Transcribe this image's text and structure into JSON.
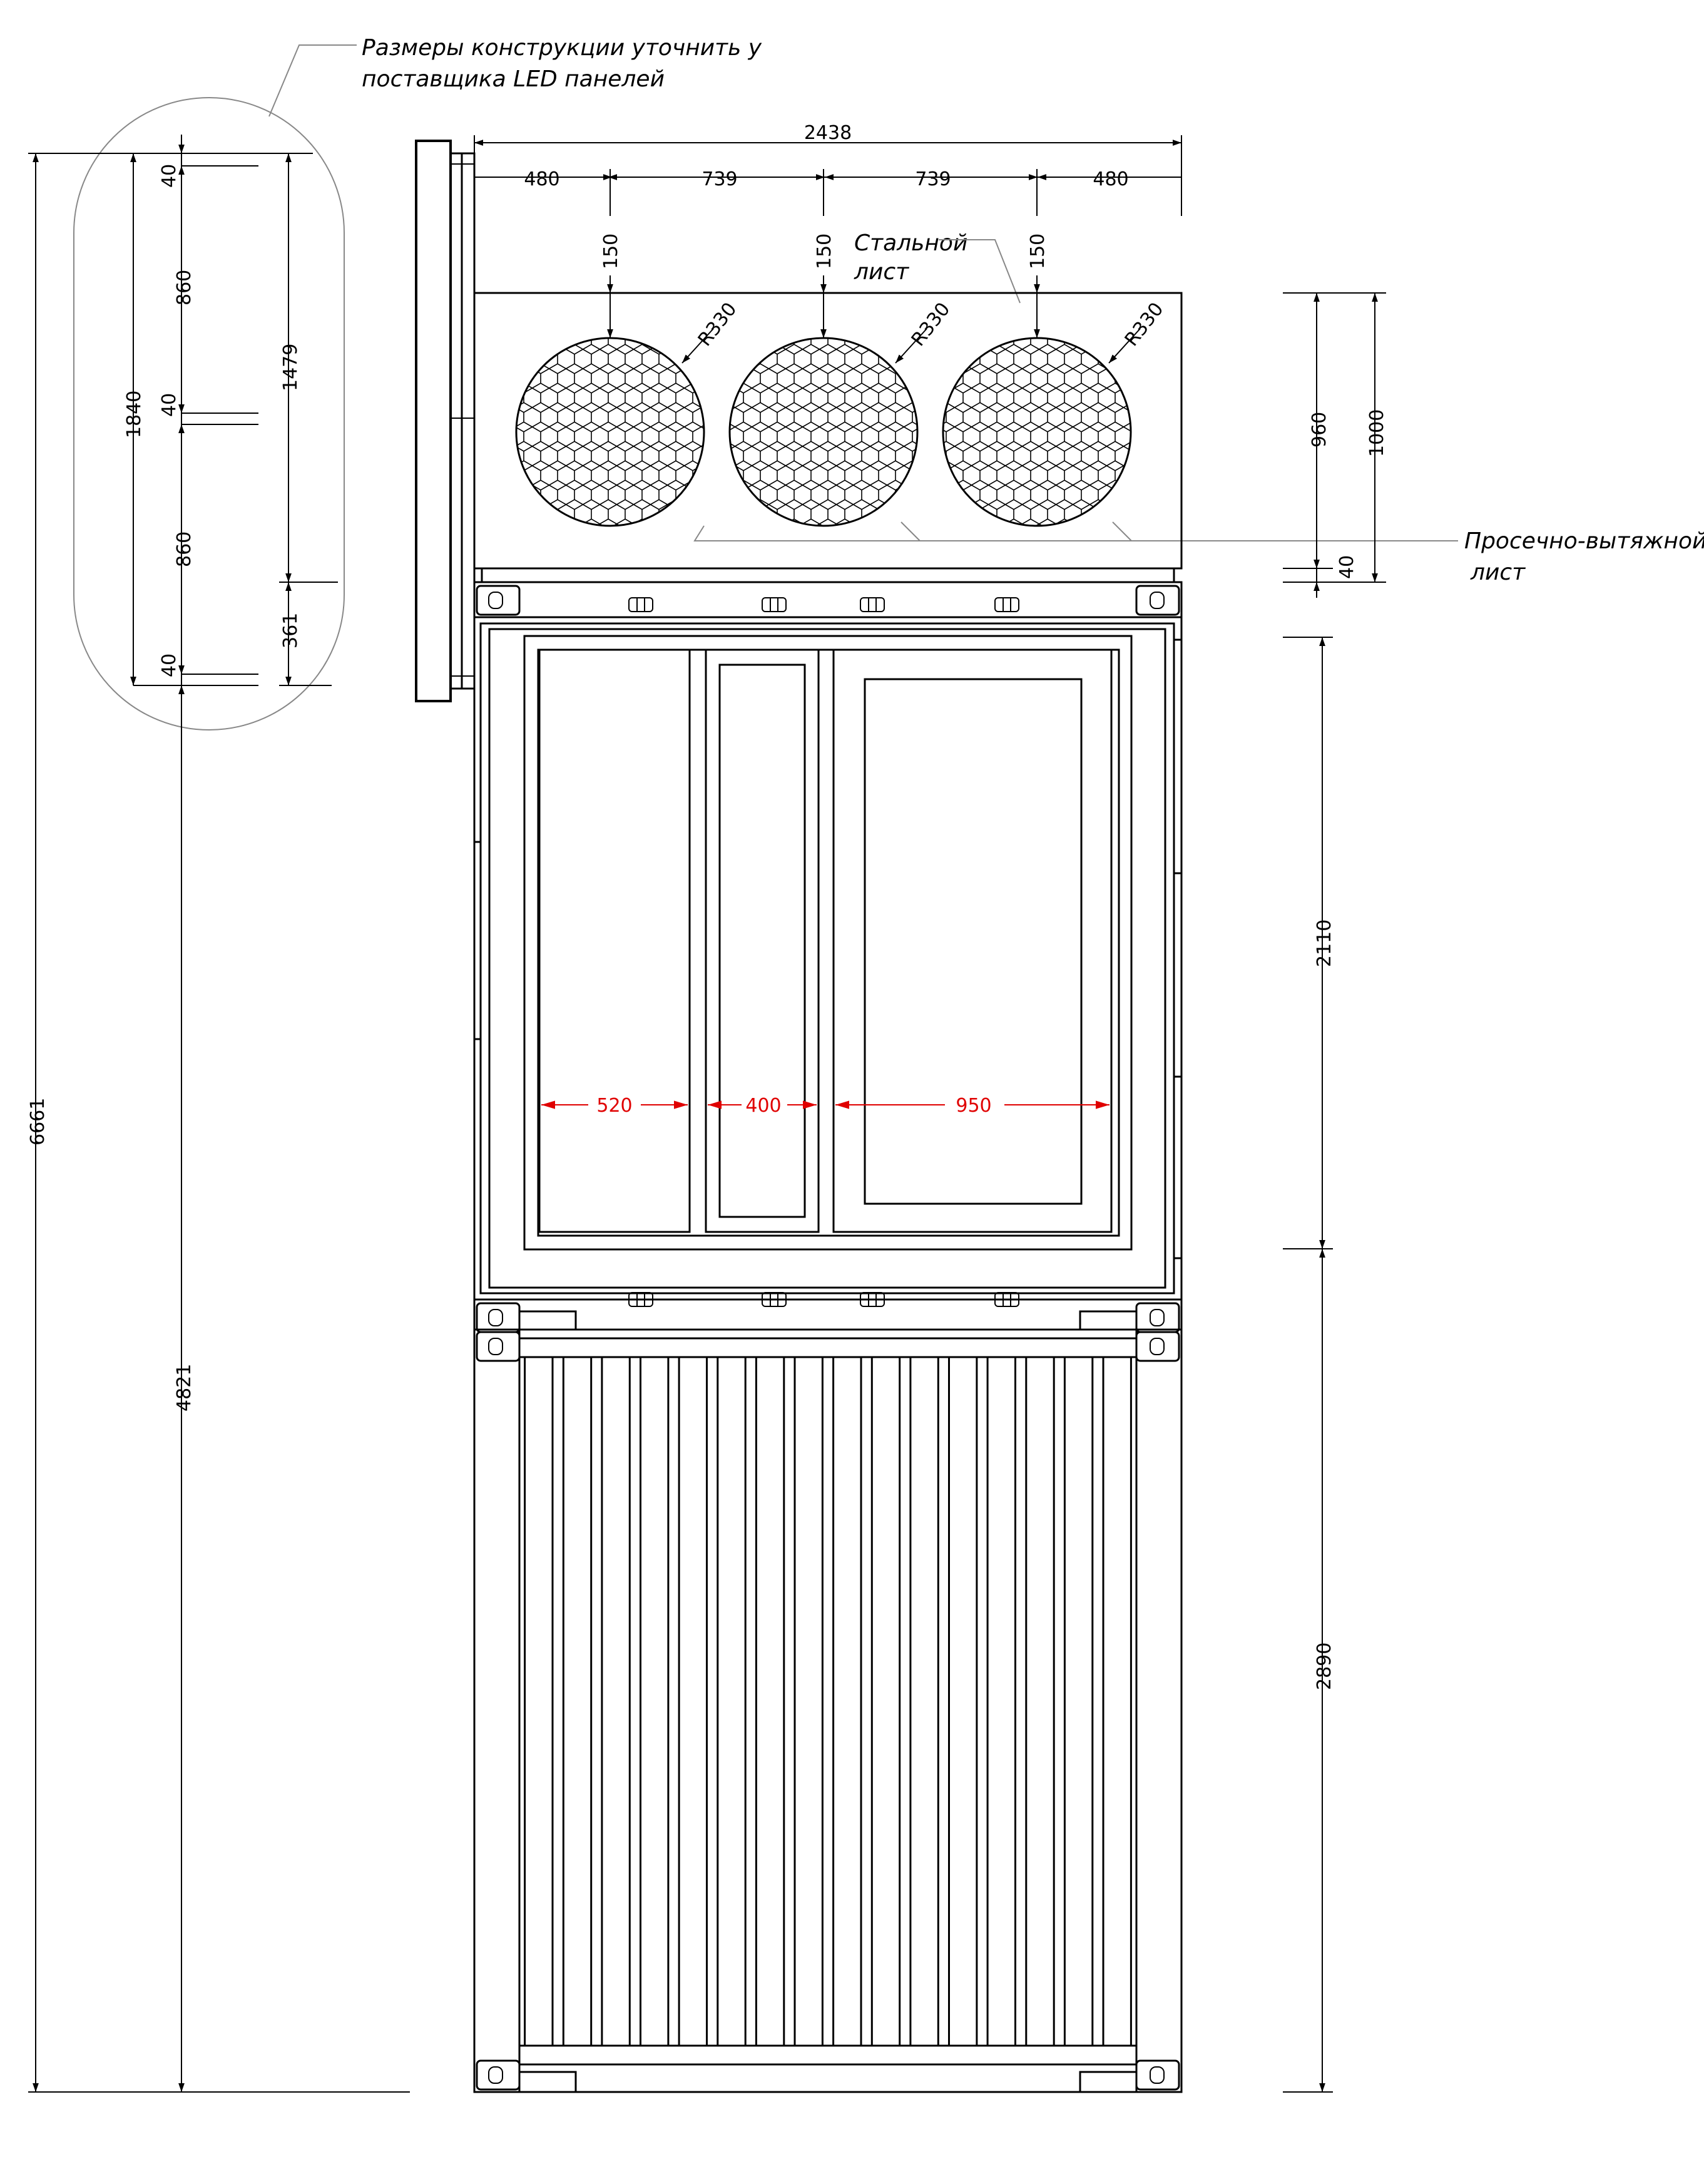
{
  "notes": {
    "led_line1": "Размеры конструкции уточнить у",
    "led_line2": "поставщика LED панелей",
    "steel_line1": "Стальной",
    "steel_line2": "лист",
    "mesh_line1": "Просечно-вытяжной",
    "mesh_line2": "лист"
  },
  "dims": {
    "total_width": "2438",
    "seg_480_left": "480",
    "seg_739_left": "739",
    "seg_739_right": "739",
    "seg_480_right": "480",
    "top_150_a": "150",
    "top_150_b": "150",
    "top_150_c": "150",
    "radius_a": "R330",
    "radius_b": "R330",
    "radius_c": "R330",
    "panel_40_top": "40",
    "panel_860_top": "860",
    "panel_40_mid": "40",
    "panel_860_bottom": "860",
    "panel_40_bottom": "40",
    "panel_1840": "1840",
    "panel_1479": "1479",
    "panel_361": "361",
    "overall_6661": "6661",
    "lower_4821": "4821",
    "right_960": "960",
    "right_1000": "1000",
    "right_40": "40",
    "right_2110": "2110",
    "right_2890": "2890",
    "window_520": "520",
    "window_400": "400",
    "window_950": "950"
  }
}
